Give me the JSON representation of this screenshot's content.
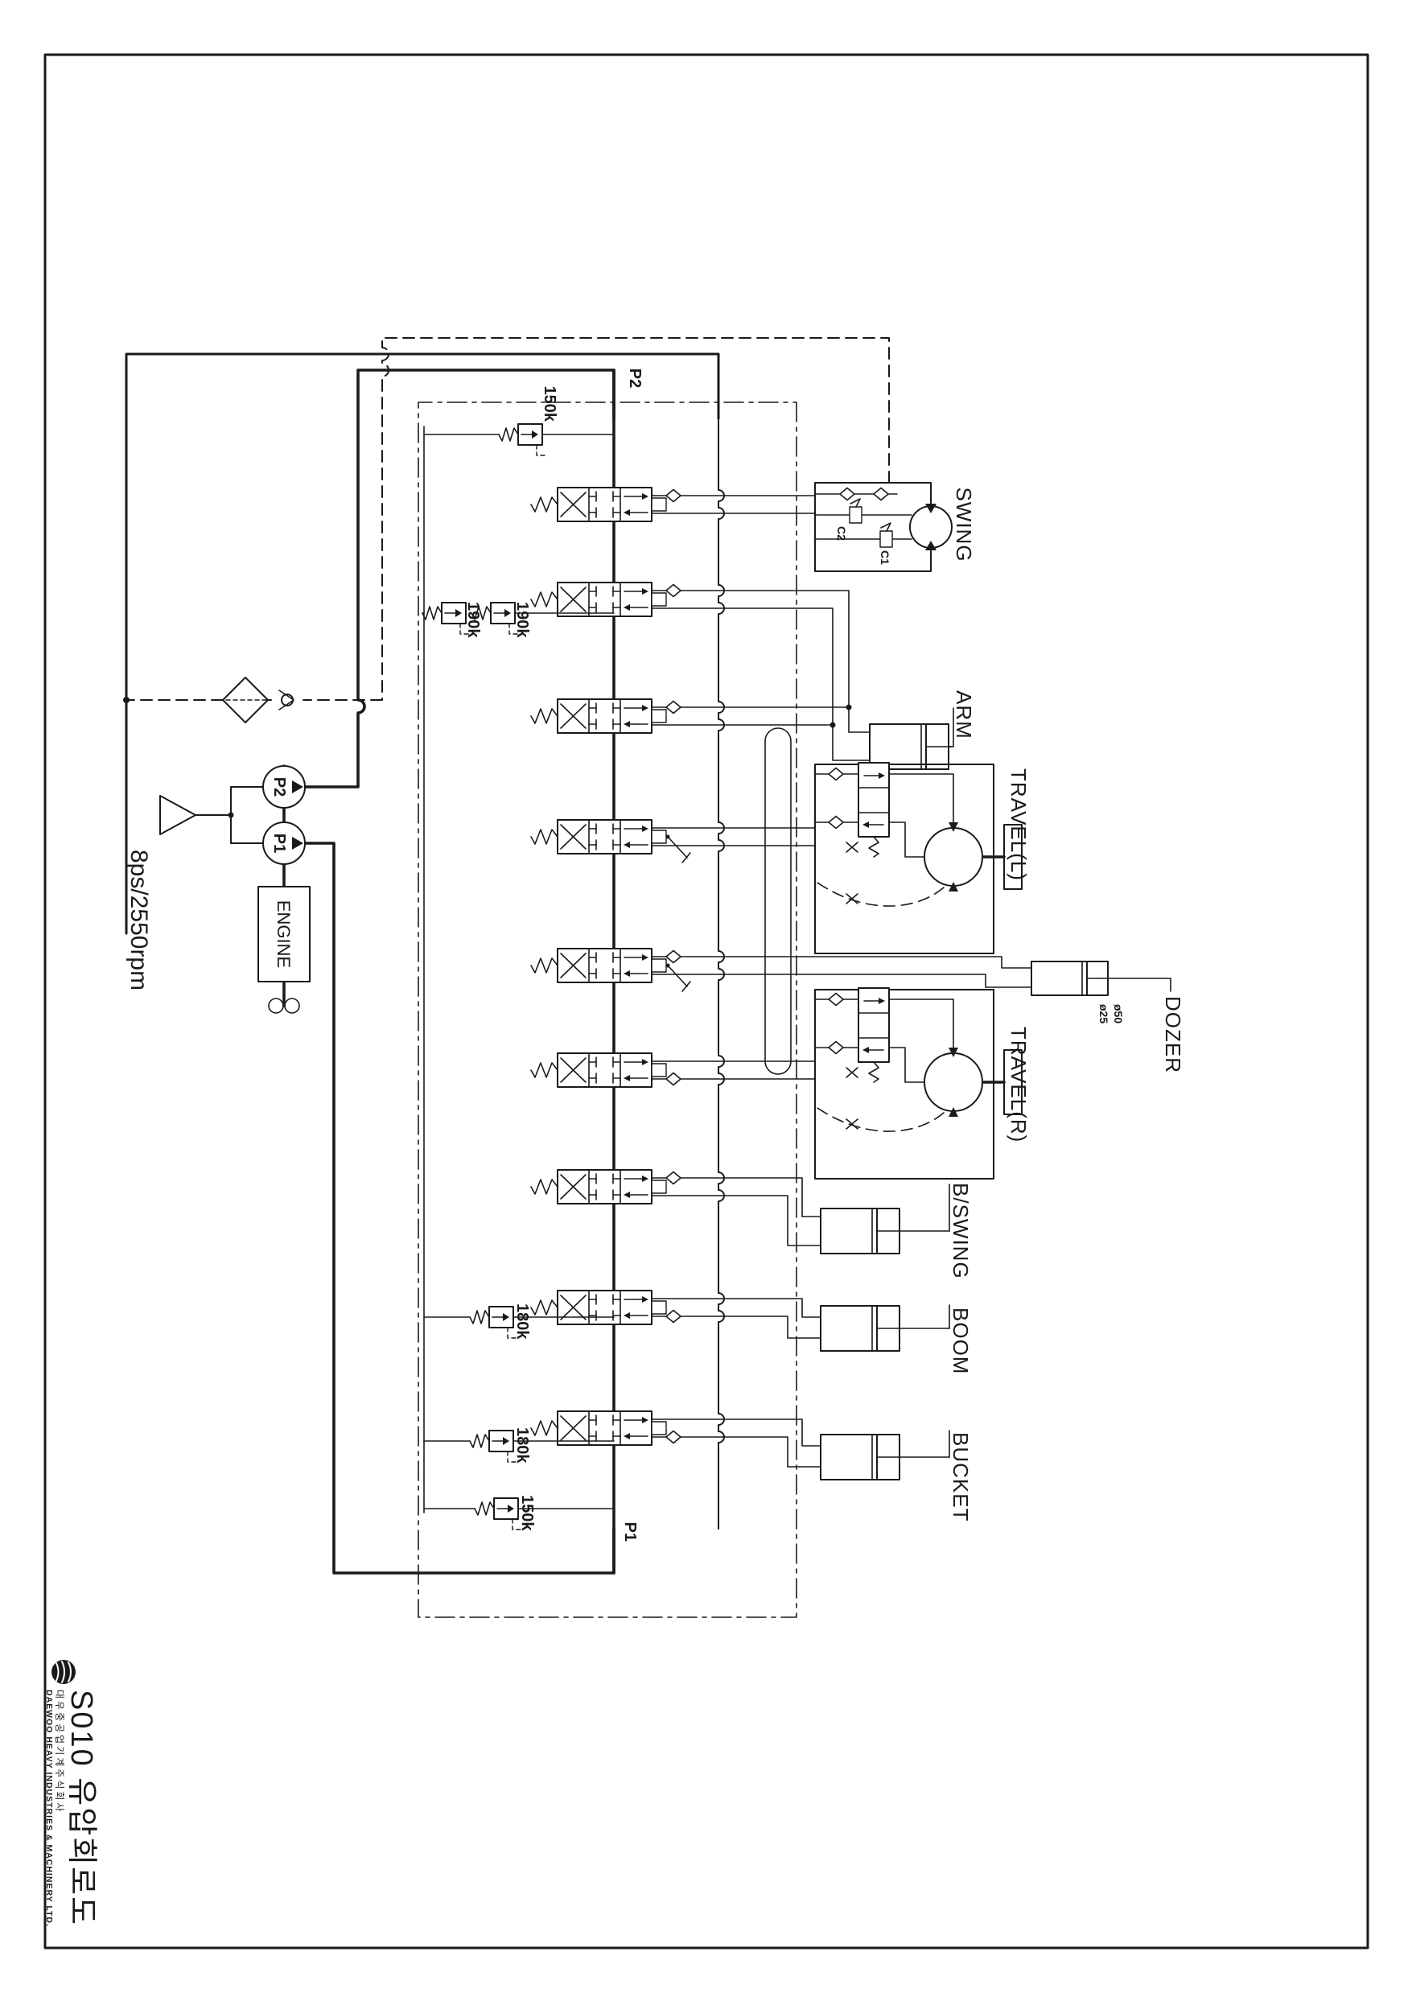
{
  "colors": {
    "ink": "#1a1a1a",
    "paper": "#ffffff"
  },
  "title_block": {
    "drawing_title": "S010 유압회로도",
    "company_kr": "대우중공업기계주식회사",
    "company_en": "DAEWOO HEAVY INDUSTRIES & MACHINERY LTD."
  },
  "power_unit": {
    "engine_label": "ENGINE",
    "engine_spec": "8ps/2550rpm",
    "pump_front": "P1",
    "pump_rear": "P2"
  },
  "valve_bank_ports": {
    "p1": "P1",
    "p2": "P2"
  },
  "relief_valves": {
    "main_p2": "150k",
    "main_p1": "150k",
    "arm_port_a": "190k",
    "arm_port_b": "190k",
    "boom_port": "180k",
    "bucket_port": "180k",
    "swing_c1": "C1",
    "swing_c2": "C2"
  },
  "actuators": {
    "swing": "SWING",
    "arm": "ARM",
    "travel_left": "TRAVEL(L)",
    "dozer": "DOZER",
    "travel_right": "TRAVEL(R)",
    "backhoe_swing": "B/SWING",
    "boom": "BOOM",
    "bucket": "BUCKET"
  },
  "dozer_cylinder": {
    "bore": "ø50",
    "rod": "ø25"
  }
}
